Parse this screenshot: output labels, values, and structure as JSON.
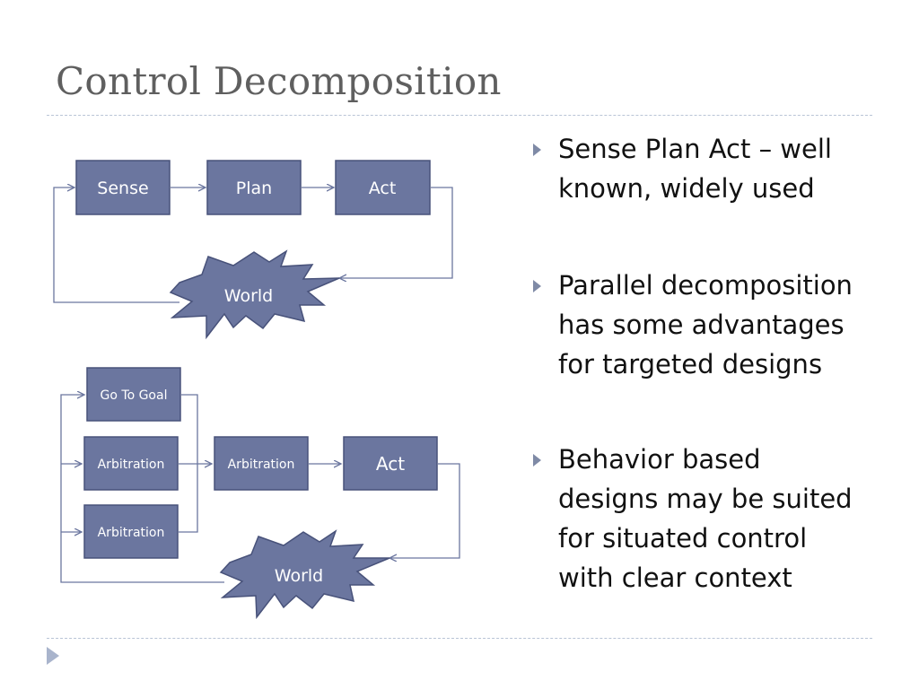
{
  "slide": {
    "title": "Control Decomposition"
  },
  "diagram_top": {
    "boxes": [
      "Sense",
      "Plan",
      "Act"
    ],
    "world": "World"
  },
  "diagram_bottom": {
    "behaviors": [
      "Go To Goal",
      "Arbitration",
      "Arbitration"
    ],
    "arbiter": "Arbitration",
    "act": "Act",
    "world": "World"
  },
  "bullets": [
    {
      "lines": [
        "Sense Plan Act – well",
        "known, widely used"
      ]
    },
    {
      "lines": [
        "Parallel decomposition",
        "has some advantages",
        "for targeted designs"
      ]
    },
    {
      "lines": [
        "Behavior based",
        "designs may be suited",
        "for situated control",
        "with clear context"
      ]
    }
  ],
  "colors": {
    "box_fill": "#6b769f",
    "box_stroke": "#48527a",
    "connector": "#6b769f",
    "title": "#5f5f5f",
    "bullet_marker": "#7f8aa6"
  },
  "icons": {
    "nav": "play-triangle-icon",
    "bullet": "triangle-bullet-icon"
  }
}
